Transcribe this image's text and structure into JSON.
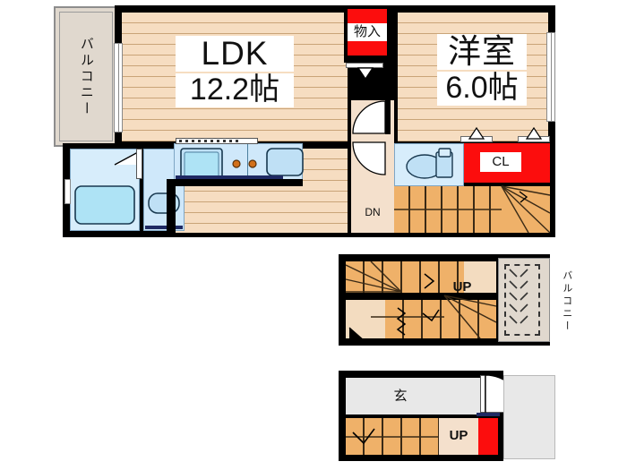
{
  "plan": {
    "type": "japanese-floor-plan",
    "title": "",
    "floors": [
      {
        "name": "upper-floor",
        "rooms": [
          {
            "id": "ldk",
            "label": "LDK",
            "size": "12.2帖",
            "kind": "living-dining-kitchen"
          },
          {
            "id": "washitsu",
            "label": "洋室",
            "size": "6.0帖",
            "kind": "western-room"
          },
          {
            "id": "balcony-left",
            "label": "バルコニー",
            "kind": "balcony"
          },
          {
            "id": "storage",
            "label": "物入",
            "kind": "closet",
            "color": "#fc0d0d"
          },
          {
            "id": "closet",
            "label": "CL",
            "kind": "closet",
            "color": "#fc0d0d"
          },
          {
            "id": "stairs-down",
            "label": "DN",
            "kind": "stairs"
          }
        ]
      },
      {
        "name": "middle-floor",
        "rooms": [
          {
            "id": "stairs-up-mid",
            "label": "UP",
            "kind": "stairs"
          },
          {
            "id": "balcony-right",
            "label": "バルコニー",
            "kind": "balcony"
          }
        ]
      },
      {
        "name": "ground-floor",
        "rooms": [
          {
            "id": "genkan",
            "label": "玄",
            "kind": "entrance"
          },
          {
            "id": "stairs-up-ground",
            "label": "UP",
            "kind": "stairs"
          }
        ]
      }
    ]
  },
  "labels": {
    "ldk_name": "LDK",
    "ldk_size": "12.2帖",
    "room_name": "洋室",
    "room_size": "6.0帖",
    "balcony_left": "バルコニー",
    "balcony_right": "バルコニー",
    "storage": "物入",
    "closet": "CL",
    "stairs_down": "DN",
    "stairs_up_mid": "UP",
    "genkan": "玄",
    "stairs_up_ground": "UP"
  },
  "colors": {
    "wall": "#000000",
    "wood_floor": "#f6ddc1",
    "wood_line": "#c9a478",
    "closet_red": "#fc0d0d",
    "water_blue": "#d7edfb",
    "stair_orange": "#efb169",
    "balcony_beige": "#e0d8ce",
    "entrance_gray": "#e8e8e8",
    "background": "#ffffff"
  }
}
